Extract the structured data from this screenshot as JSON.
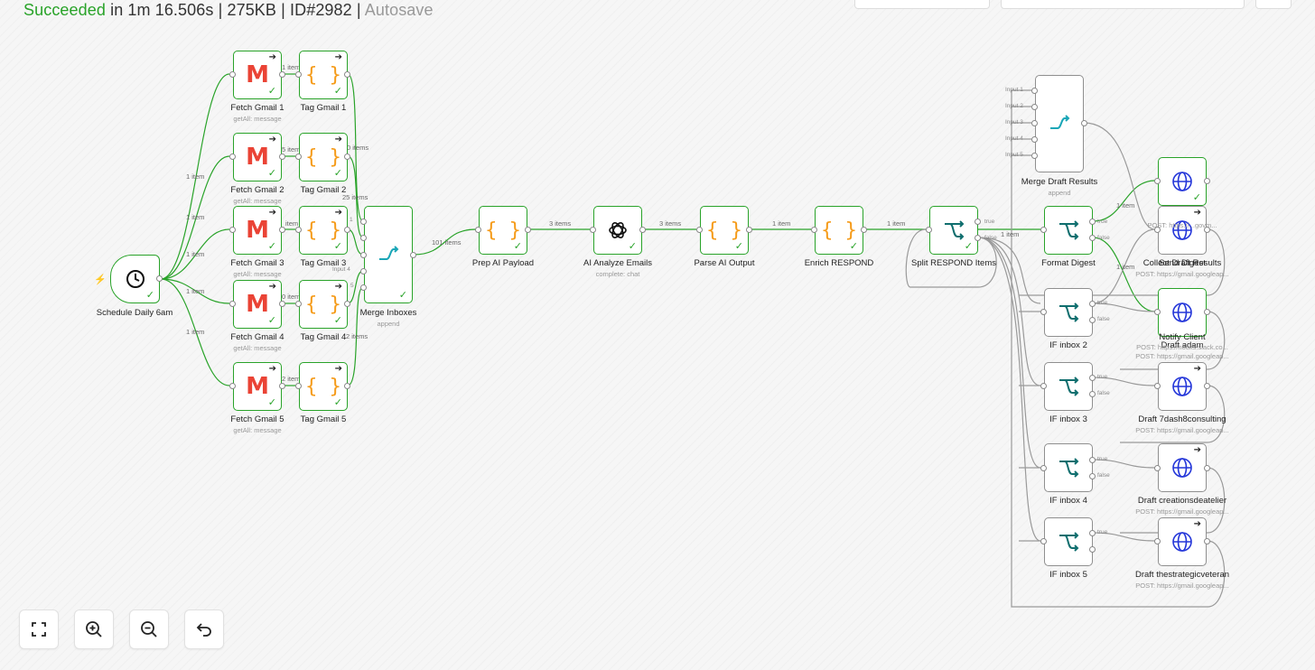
{
  "status": {
    "state": "Succeeded",
    "duration": "in 1m 16.506s",
    "size": "275KB",
    "execution_id": "ID#2982",
    "autosave": "Autosave",
    "sep": "|"
  },
  "nodes": {
    "schedule": {
      "label": "Schedule Daily 6am",
      "icon": "clock-icon"
    },
    "fetch1": {
      "label": "Fetch Gmail 1",
      "sub": "getAll: message",
      "icon": "gmail-icon"
    },
    "fetch2": {
      "label": "Fetch Gmail 2",
      "sub": "getAll: message",
      "icon": "gmail-icon"
    },
    "fetch3": {
      "label": "Fetch Gmail 3",
      "sub": "getAll: message",
      "icon": "gmail-icon"
    },
    "fetch4": {
      "label": "Fetch Gmail 4",
      "sub": "getAll: message",
      "icon": "gmail-icon"
    },
    "fetch5": {
      "label": "Fetch Gmail 5",
      "sub": "getAll: message",
      "icon": "gmail-icon"
    },
    "tag1": {
      "label": "Tag Gmail 1",
      "icon": "code-braces-icon"
    },
    "tag2": {
      "label": "Tag Gmail 2",
      "icon": "code-braces-icon"
    },
    "tag3": {
      "label": "Tag Gmail 3",
      "icon": "code-braces-icon"
    },
    "tag4": {
      "label": "Tag Gmail 4",
      "icon": "code-braces-icon"
    },
    "tag5": {
      "label": "Tag Gmail 5",
      "icon": "code-braces-icon"
    },
    "merge_inboxes": {
      "label": "Merge Inboxes",
      "sub": "append",
      "icon": "merge-icon"
    },
    "prep": {
      "label": "Prep AI Payload",
      "icon": "code-braces-icon"
    },
    "ai": {
      "label": "AI Analyze Emails",
      "sub": "complete: chat",
      "icon": "openai-icon"
    },
    "parse": {
      "label": "Parse AI Output",
      "icon": "code-braces-icon"
    },
    "enrich": {
      "label": "Enrich RESPOND",
      "icon": "code-braces-icon"
    },
    "split": {
      "label": "Split RESPOND Items",
      "icon": "if-icon"
    },
    "format": {
      "label": "Format Digest",
      "icon": "if-icon"
    },
    "merge_draft": {
      "label": "Merge Draft Results",
      "sub": "append",
      "icon": "merge-icon"
    },
    "send_digest": {
      "label": "Send Digest",
      "icon": "globe-icon"
    },
    "collect": {
      "label": "Collect Draft Results",
      "sub": "POST: https://gmail.googleap...",
      "icon": "globe-icon"
    },
    "notify": {
      "label": "Notify Client",
      "sub": "POST: https://hooks.slack.co...",
      "icon": "globe-icon"
    },
    "draft_adam": {
      "label": "Draft adam",
      "sub": "POST: https://gmail.googleap...",
      "icon": "globe-icon"
    },
    "if2": {
      "label": "IF inbox 2",
      "icon": "if-icon"
    },
    "if3": {
      "label": "IF inbox 3",
      "icon": "if-icon"
    },
    "if4": {
      "label": "IF inbox 4",
      "icon": "if-icon"
    },
    "if5": {
      "label": "IF inbox 5",
      "icon": "if-icon"
    },
    "draft7": {
      "label": "Draft 7dash8consulting",
      "sub": "POST: https://gmail.googleap...",
      "icon": "globe-icon"
    },
    "draft_creations": {
      "label": "Draft creationsdeatelier",
      "sub": "POST: https://gmail.googleap...",
      "icon": "globe-icon"
    },
    "draft_strategic": {
      "label": "Draft thestrategicveteran",
      "sub": "POST: https://gmail.googleap...",
      "icon": "globe-icon"
    }
  },
  "edge_labels": {
    "s1": "1 item",
    "s2": "1 item",
    "s3": "1 item",
    "s4": "1 item",
    "s5": "1 item",
    "f1": "1 item",
    "f2": "5 item",
    "f3": "item",
    "f4": "0 item",
    "f5": "2 item",
    "t1": "0 items",
    "t2": "25 items",
    "t3": "",
    "t5": "2 items",
    "merge_out": "101 items",
    "prep_out": "3 items",
    "ai_out": "3 items",
    "parse_out": "1 item",
    "enrich_out": "1 item",
    "split_out": "1 item",
    "fmt_true": "1 item",
    "fmt_false": "1 item"
  },
  "handle_labels": {
    "in1": "Input 1",
    "in2": "Input 2",
    "in3": "Input 3",
    "in4": "Input 4",
    "in5": "Input 5",
    "mi1": "1",
    "mi4": "Input 4",
    "mi5": "5",
    "true": "true",
    "false": "false",
    "sub_gov": "POST: https://...govm..."
  },
  "toolbar": {
    "fit": "fit-view-icon",
    "zoom_in": "zoom-in-icon",
    "zoom_out": "zoom-out-icon",
    "reset": "undo-icon"
  },
  "colors": {
    "success": "#29a329",
    "idle": "#8f8f8f",
    "trigger": "#ff6d2d"
  }
}
